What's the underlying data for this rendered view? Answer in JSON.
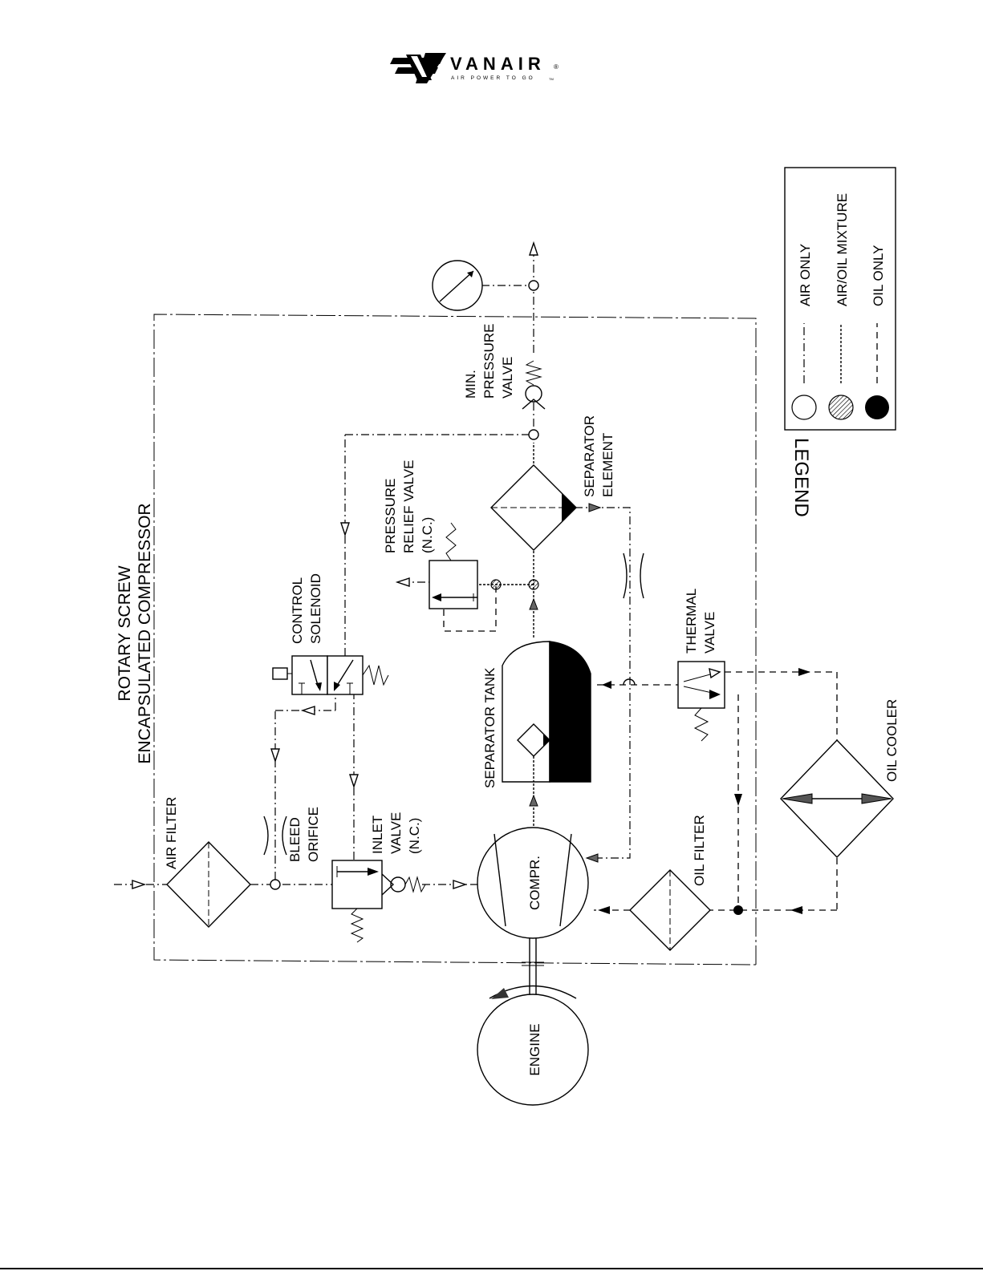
{
  "logo": {
    "brand": "VANAIR",
    "registered": "®",
    "tagline": "AIR POWER TO GO",
    "tm": "TM"
  },
  "title": {
    "line1": "ROTARY SCREW",
    "line2": "ENCAPSULATED COMPRESSOR"
  },
  "components": {
    "air_filter": "AIR FILTER",
    "bleed_orifice": [
      "BLEED",
      "ORIFICE"
    ],
    "inlet_valve": [
      "INLET",
      "VALVE",
      "(N.C.)"
    ],
    "control_solenoid": [
      "CONTROL",
      "SOLENOID"
    ],
    "compressor": "COMPR.",
    "engine": "ENGINE",
    "separator_tank": "SEPARATOR TANK",
    "pressure_relief_valve": [
      "PRESSURE",
      "RELIEF VALVE",
      "(N.C.)"
    ],
    "separator_element": [
      "SEPARATOR",
      "ELEMENT"
    ],
    "min_pressure_valve": [
      "MIN.",
      "PRESSURE",
      "VALVE"
    ],
    "thermal_valve": [
      "THERMAL",
      "VALVE"
    ],
    "oil_filter": "OIL FILTER",
    "oil_cooler": "OIL COOLER"
  },
  "legend": {
    "title": "LEGEND",
    "items": [
      {
        "label": "AIR ONLY",
        "marker": "open-circle"
      },
      {
        "label": "AIR/OIL MIXTURE",
        "marker": "hatched-circle"
      },
      {
        "label": "OIL ONLY",
        "marker": "filled-circle"
      }
    ]
  }
}
